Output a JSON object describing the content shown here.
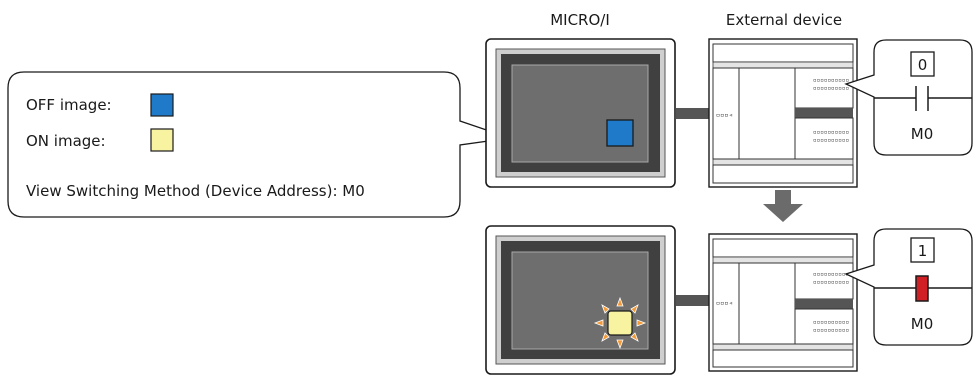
{
  "headers": {
    "micro_i": "MICRO/I",
    "external_device": "External device"
  },
  "callout": {
    "off_label": "OFF image:",
    "on_label": "ON image:",
    "method_label": "View Switching Method (Device Address): M0"
  },
  "state_off": {
    "bit_value": "0",
    "device": "M0"
  },
  "state_on": {
    "bit_value": "1",
    "device": "M0"
  },
  "colors": {
    "off_image": "#1f7bc9",
    "on_image": "#f7f3a0",
    "contact_on": "#d11f26",
    "burst": "#f39a38",
    "screen_gray": "#6e6e6e",
    "arrow_gray": "#6b6b6b"
  }
}
